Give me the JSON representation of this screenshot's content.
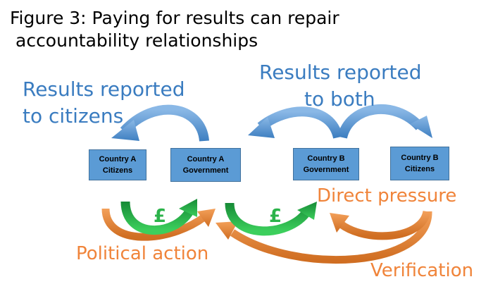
{
  "title": {
    "line1": "Figure 3: Paying for results can repair",
    "line2": "accountability relationships"
  },
  "boxes": {
    "a_citizens": {
      "line1": "Country A",
      "line2": "Citizens"
    },
    "a_government": {
      "line1": "Country A",
      "line2": "Government"
    },
    "b_government": {
      "line1": "Country B",
      "line2": "Government"
    },
    "b_citizens": {
      "line1": "Country B",
      "line2": "Citizens"
    }
  },
  "labels": {
    "results_citizens_1": "Results reported",
    "results_citizens_2": "to citizens",
    "results_both_1": "Results reported",
    "results_both_2": "to both",
    "direct_pressure": "Direct pressure",
    "political_action": "Political action",
    "verification": "Verification",
    "pound_a": "£",
    "pound_b": "£"
  },
  "colors": {
    "blue_arrow": "#5b9bd5",
    "green_arrow": "#22b24c",
    "orange_arrow": "#e98a3c",
    "box_fill": "#5b9bd5"
  }
}
